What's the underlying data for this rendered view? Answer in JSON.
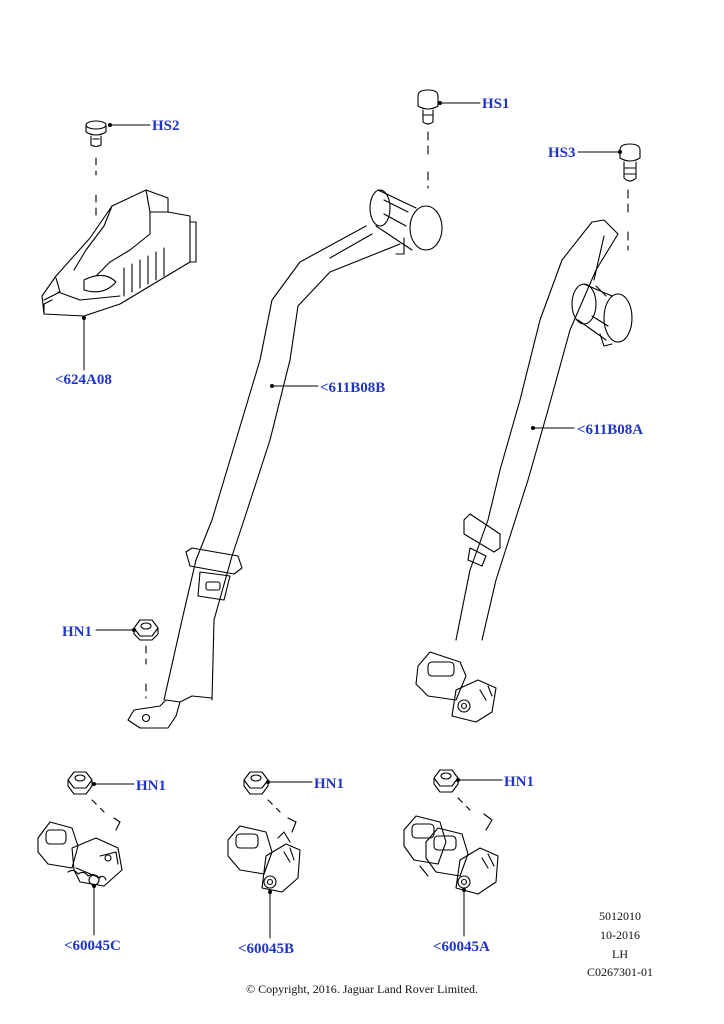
{
  "callouts": {
    "hs1": "HS1",
    "hs2": "HS2",
    "hs3": "HS3",
    "hn1_mid": "HN1",
    "hn1_c": "HN1",
    "hn1_b": "HN1",
    "hn1_a": "HN1",
    "part_624a08": "<624A08",
    "part_611b08b": "<611B08B",
    "part_611b08a": "<611B08A",
    "part_60045c": "<60045C",
    "part_60045b": "<60045B",
    "part_60045a": "<60045A"
  },
  "meta": {
    "code": "5012010",
    "date": "10-2016",
    "side": "LH",
    "figure_id": "C0267301-01"
  },
  "copyright": "© Copyright, 2016. Jaguar Land Rover Limited.",
  "colors": {
    "callout": "#1f35c8",
    "line": "#000000"
  }
}
